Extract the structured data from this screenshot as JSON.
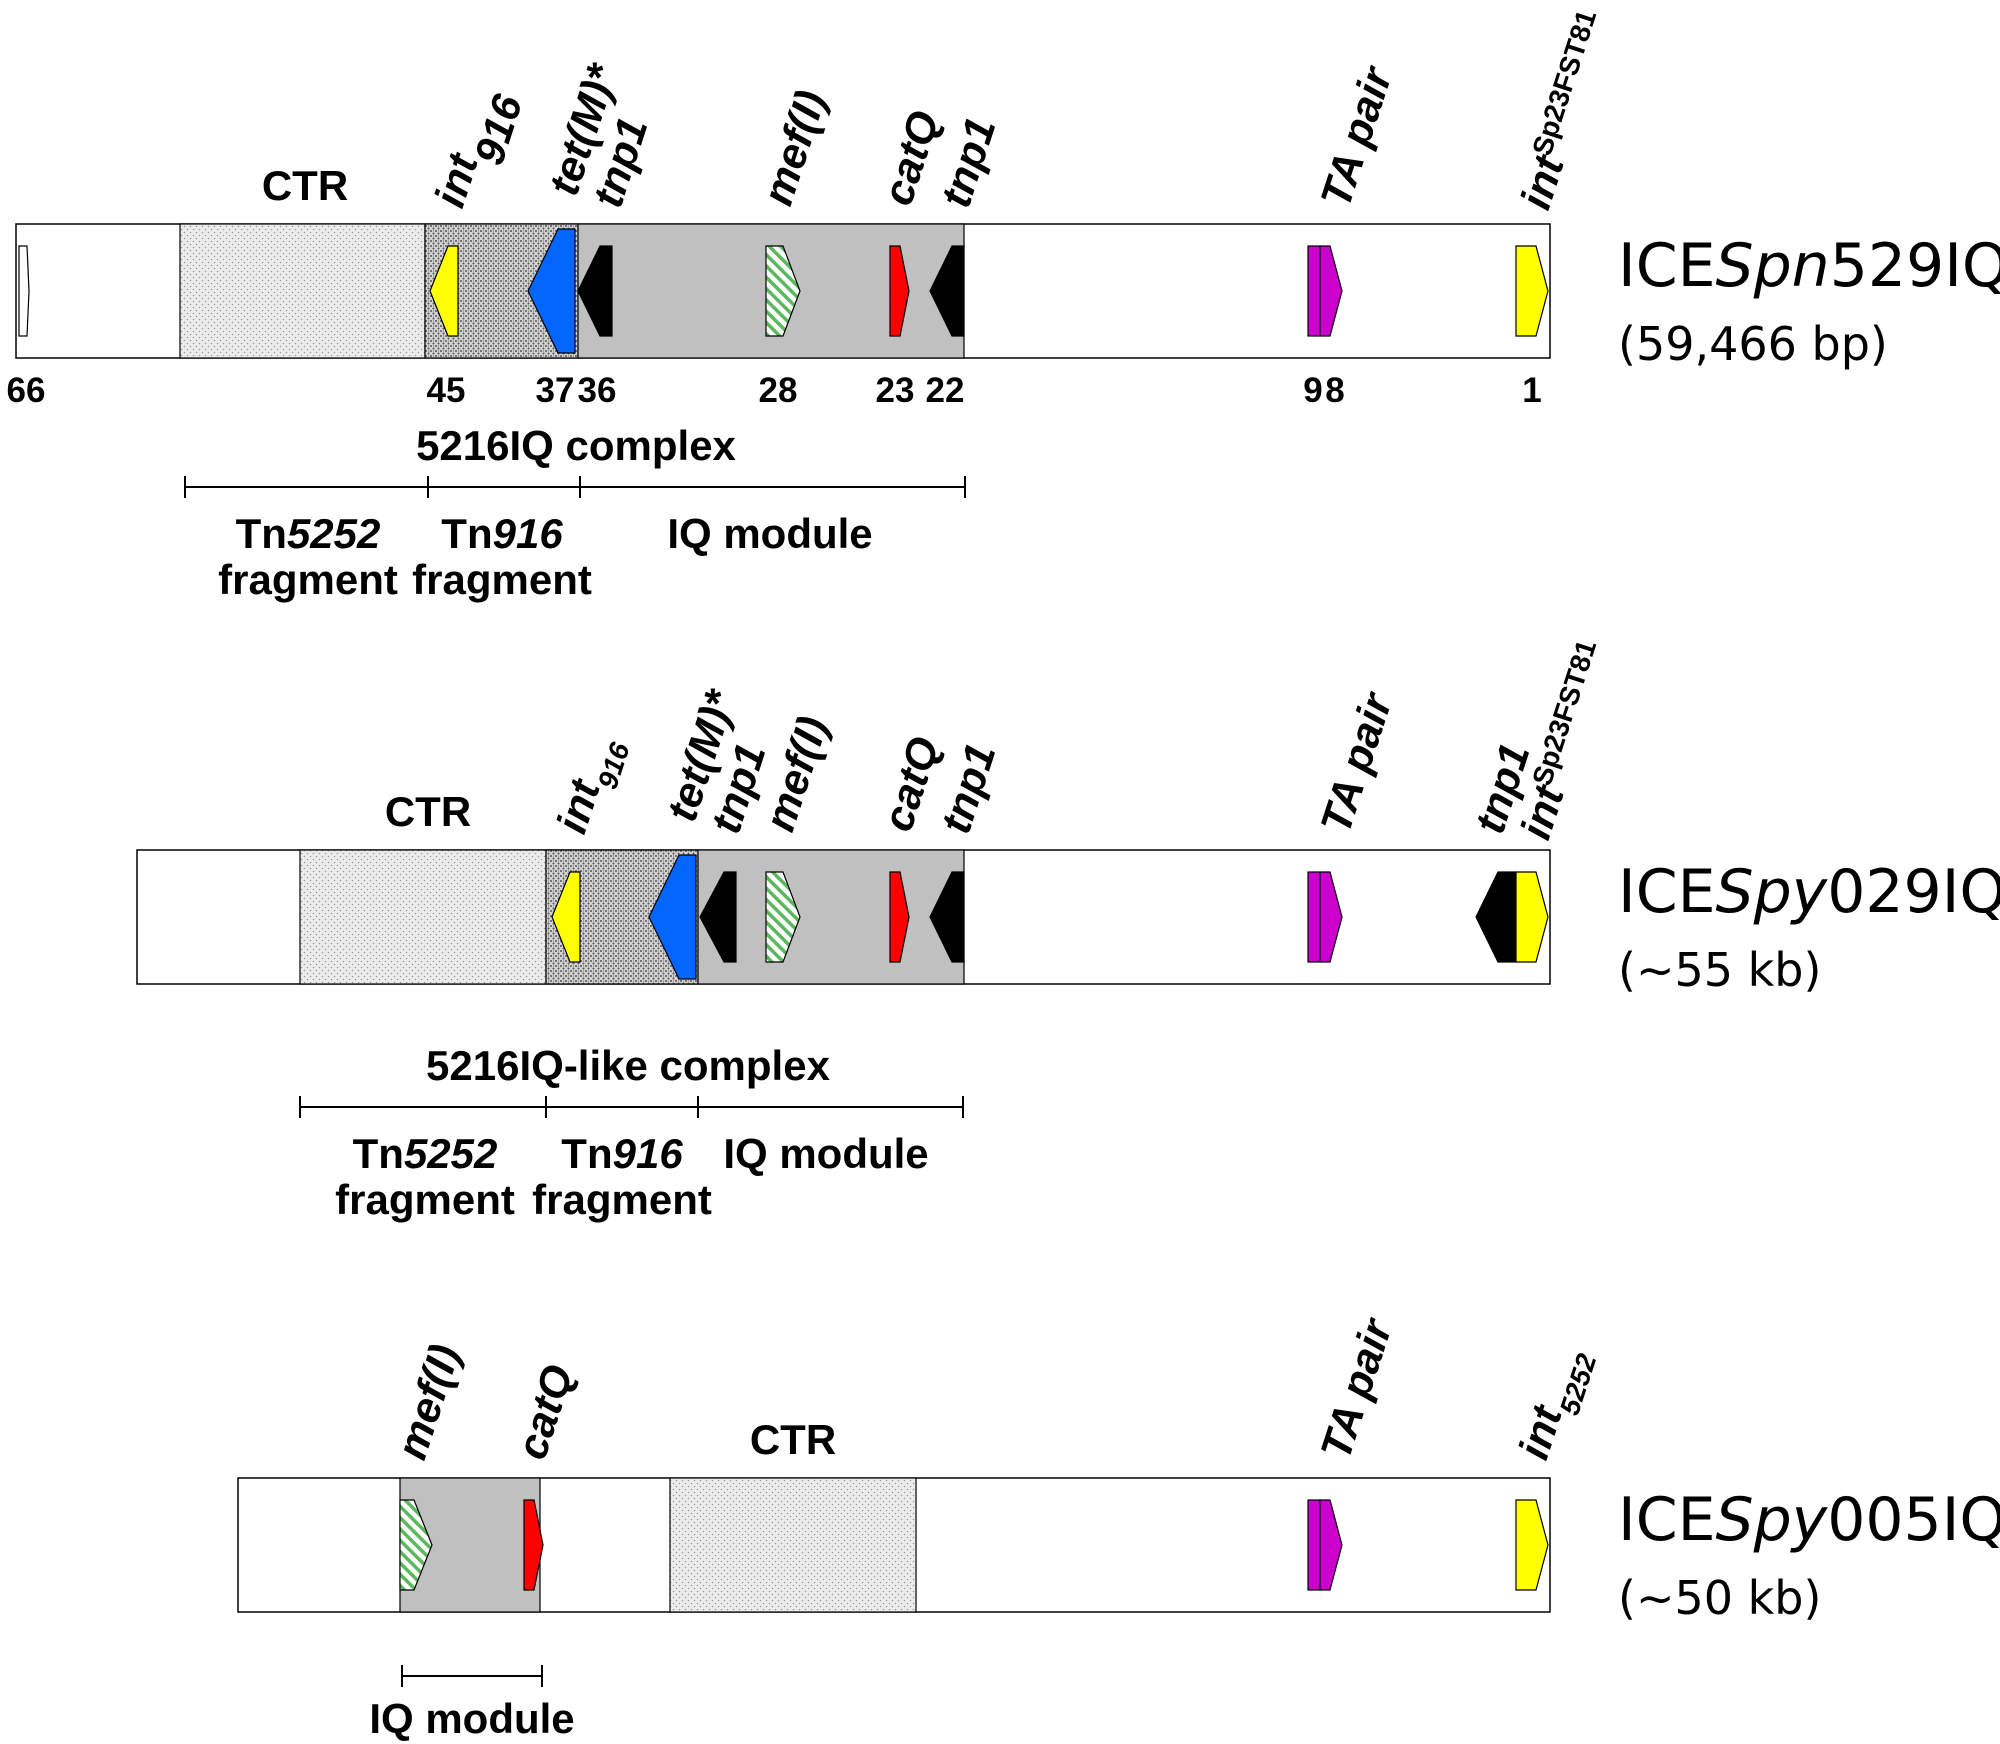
{
  "elements": [
    {
      "name": "ICESpn529IQ",
      "name_prefix": "ICE",
      "name_italic": "Spn",
      "name_suffix": "529IQ",
      "size_label": "(59,466 bp)",
      "ctr_label": "CTR",
      "positions": [
        "66",
        "45",
        "37",
        "36",
        "28",
        "23",
        "22",
        "9",
        "8",
        "1"
      ],
      "complex_label": "5216IQ complex",
      "segments": [
        {
          "line1_plain": "Tn",
          "line1_italic": "5252",
          "line2": "fragment"
        },
        {
          "line1_plain": "Tn",
          "line1_italic": "916",
          "line2": "fragment"
        },
        {
          "line1_plain": "IQ module",
          "line1_italic": "",
          "line2": ""
        }
      ],
      "genes": [
        {
          "id": "int916",
          "base": "int",
          "sub": "916",
          "color": "#ffff00"
        },
        {
          "id": "tetM",
          "base": "tet(M)*",
          "sub": "",
          "color": "#0066ff"
        },
        {
          "id": "tnp1-a",
          "base": "tnp1",
          "sub": "",
          "color": "#000000"
        },
        {
          "id": "mefI",
          "base": "mef(I)",
          "sub": "",
          "color": "#c8f0c0"
        },
        {
          "id": "catQ",
          "base": "catQ",
          "sub": "",
          "color": "#ff0000"
        },
        {
          "id": "tnp1-b",
          "base": "tnp1",
          "sub": "",
          "color": "#000000"
        },
        {
          "id": "TApair",
          "base": "TA pair",
          "sub": "",
          "color": "#cc00cc"
        },
        {
          "id": "intSp",
          "base": "int",
          "sub": "Sp23FST81",
          "color": "#ffff00"
        }
      ]
    },
    {
      "name": "ICESpy029IQ",
      "name_prefix": "ICE",
      "name_italic": "Spy",
      "name_suffix": "029IQ",
      "size_label": "(~55 kb)",
      "ctr_label": "CTR",
      "complex_label": "5216IQ-like complex",
      "segments": [
        {
          "line1_plain": "Tn",
          "line1_italic": "5252",
          "line2": "fragment"
        },
        {
          "line1_plain": "Tn",
          "line1_italic": "916",
          "line2": "fragment"
        },
        {
          "line1_plain": "IQ module",
          "line1_italic": "",
          "line2": ""
        }
      ],
      "genes": [
        {
          "id": "int916",
          "base": "int",
          "sub": "916",
          "color": "#ffff00"
        },
        {
          "id": "tetM",
          "base": "tet(M)*",
          "sub": "",
          "color": "#0066ff"
        },
        {
          "id": "tnp1-a",
          "base": "tnp1",
          "sub": "",
          "color": "#000000"
        },
        {
          "id": "mefI",
          "base": "mef(I)",
          "sub": "",
          "color": "#c8f0c0"
        },
        {
          "id": "catQ",
          "base": "catQ",
          "sub": "",
          "color": "#ff0000"
        },
        {
          "id": "tnp1-b",
          "base": "tnp1",
          "sub": "",
          "color": "#000000"
        },
        {
          "id": "TApair",
          "base": "TA pair",
          "sub": "",
          "color": "#cc00cc"
        },
        {
          "id": "tnp1-c",
          "base": "tnp1",
          "sub": "",
          "color": "#000000"
        },
        {
          "id": "intSp",
          "base": "int",
          "sub": "Sp23FST81",
          "color": "#ffff00"
        }
      ]
    },
    {
      "name": "ICESpy005IQ",
      "name_prefix": "ICE",
      "name_italic": "Spy",
      "name_suffix": "005IQ",
      "size_label": "(~50 kb)",
      "ctr_label": "CTR",
      "module_label": "IQ module",
      "genes": [
        {
          "id": "mefI",
          "base": "mef(I)",
          "sub": "",
          "color": "#c8f0c0"
        },
        {
          "id": "catQ",
          "base": "catQ",
          "sub": "",
          "color": "#ff0000"
        },
        {
          "id": "TApair",
          "base": "TA pair",
          "sub": "",
          "color": "#cc00cc"
        },
        {
          "id": "int5252",
          "base": "int",
          "sub": "5252",
          "color": "#ffff00"
        }
      ]
    }
  ]
}
